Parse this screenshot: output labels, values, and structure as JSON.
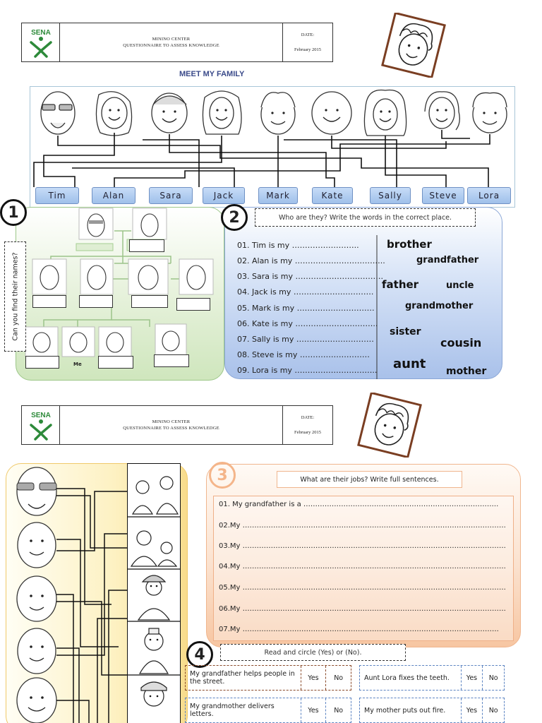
{
  "header": {
    "logo_text": "SENA",
    "line1": "MININO CENTER",
    "line2": "QUESTIONNAIRE TO ASSESS KNOWLEDGE",
    "date_label": "DATE:",
    "date_value": "February 2015"
  },
  "title": "MEET MY FAMILY",
  "names": [
    "Tim",
    "Alan",
    "Sara",
    "Jack",
    "Mark",
    "Kate",
    "Sally",
    "Steve",
    "Lora"
  ],
  "section1": {
    "number": "1",
    "side_label": "Can you find their names?",
    "me_label": "Me"
  },
  "section2": {
    "number": "2",
    "instruction": "Who are they? Write the words in the correct place.",
    "questions": [
      "01. Tim is my ……………………..",
      "02. Alan is my ……………………………..",
      "03. Sara is my …………………………….",
      "04. Jack is my ………………………….",
      "05. Mark is my …………………………",
      "06. Kate is my …………………………..",
      "07. Sally is my …………………………",
      "08. Steve is my ………………………",
      "09. Lora is my ………………………….."
    ],
    "words": [
      "brother",
      "grandfather",
      "father",
      "uncle",
      "grandmother",
      "sister",
      "cousin",
      "aunt",
      "mother"
    ]
  },
  "section3": {
    "number": "3",
    "instruction": "What are their jobs? Write full sentences.",
    "lines": [
      "01. My grandfather is a ………………………………………………………………………..",
      "02.My ………………………………………………………………………………………………….",
      "03.My ………………………………………………………………………………………………….",
      "04.My ………………………………………………………………………………………………….",
      "05.My ………………………………………………………………………………………………….",
      "06.My ………………………………………………………………………………………………….",
      "07.My ………………………………………………………………………………………………."
    ]
  },
  "section4": {
    "number": "4",
    "instruction": "Read and circle (Yes) or (No).",
    "yes": "Yes",
    "no": "No",
    "items": [
      "My grandfather helps people in the street.",
      "Aunt Lora fixes the teeth.",
      "My grandmother delivers letters.",
      "My mother puts out fire."
    ]
  },
  "colors": {
    "green_panel": "#cfe6bd",
    "blue_panel": "#a9c1ea",
    "yellow_panel": "#f8dc8c",
    "orange_panel": "#f7c6a2",
    "logo_green": "#2d8a3a"
  }
}
